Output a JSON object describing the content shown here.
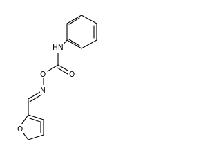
{
  "molecule": {
    "atoms": {
      "nh": "HN",
      "carbonyl_o": "O",
      "ester_o": "O",
      "oxime_n": "N",
      "furan_o": "O"
    }
  },
  "colors": {
    "ink": "#000000",
    "background": "#ffffff"
  }
}
